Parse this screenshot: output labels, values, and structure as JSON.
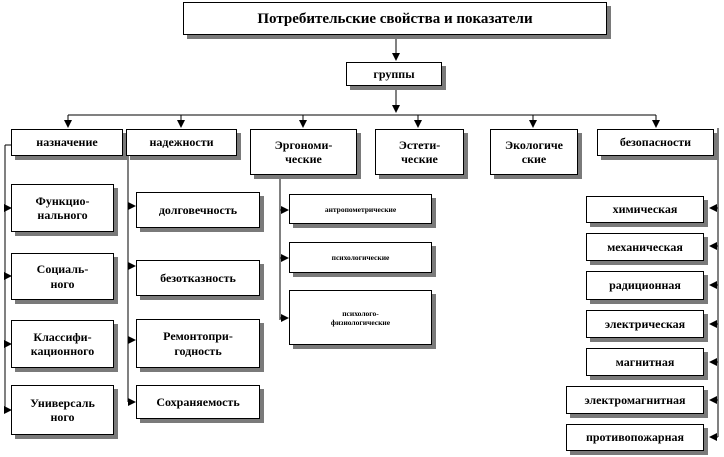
{
  "title": "Потребительские свойства и показатели",
  "groups_label": "группы",
  "groups": [
    "назначение",
    "надежности",
    "Эргономи-\nческие",
    "Эстети-\nческие",
    "Экологиче\nские",
    "безопасности"
  ],
  "purpose_items": [
    "Функцио-\nнального",
    "Социаль-\nного",
    "Классифи-\nкационного",
    "Универсаль\nного"
  ],
  "reliability_items": [
    "долговечность",
    "безотказность",
    "Ремонтопри-\nгодность",
    "Сохраняемость"
  ],
  "ergonomic_items": [
    "антропометрические",
    "психологические",
    "психолого-\nфизиологические"
  ],
  "safety_items": [
    "химическая",
    "механическая",
    "радиционная",
    "электрическая",
    "магнитная",
    "электромагнитная",
    "противопожарная"
  ]
}
